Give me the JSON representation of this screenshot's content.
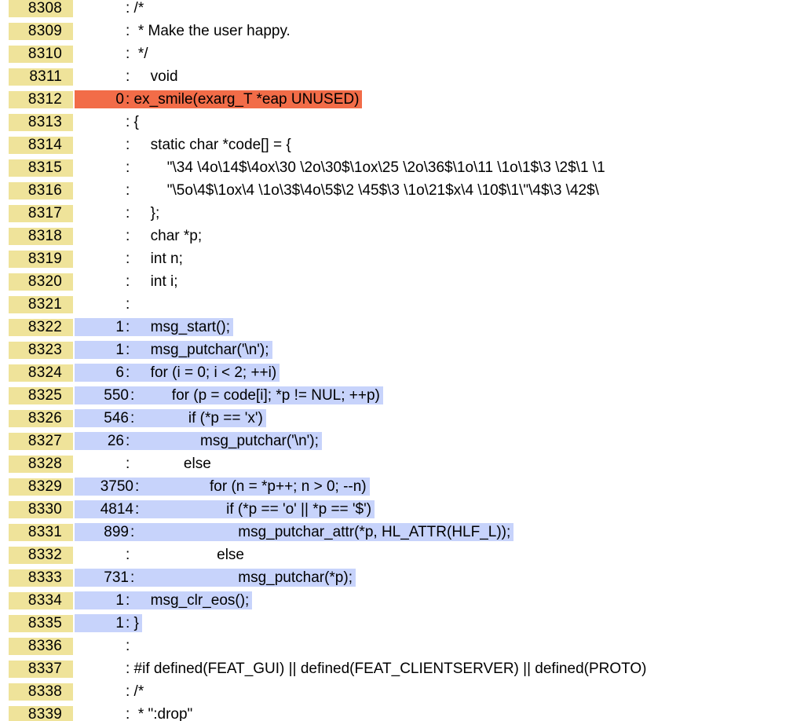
{
  "colors": {
    "line_number_bg": "#efe39a",
    "covered_bg": "#c7d3fb",
    "uncovered_bg": "#f26c48",
    "page_bg": "#ffffff"
  },
  "lines": [
    {
      "num": "8308",
      "count": "",
      "code": ": /*",
      "status": "none",
      "indent": 0
    },
    {
      "num": "8309",
      "count": "",
      "code": ":  * Make the user happy.",
      "status": "none",
      "indent": 0
    },
    {
      "num": "8310",
      "count": "",
      "code": ":  */",
      "status": "none",
      "indent": 0
    },
    {
      "num": "8311",
      "count": "",
      "code": ":     void",
      "status": "none",
      "indent": 0
    },
    {
      "num": "8312",
      "count": "0",
      "code": ": ex_smile(exarg_T *eap UNUSED)",
      "status": "uncovered",
      "indent": 0
    },
    {
      "num": "8313",
      "count": "",
      "code": ": {",
      "status": "none",
      "indent": 0
    },
    {
      "num": "8314",
      "count": "",
      "code": ":     static char *code[] = {",
      "status": "none",
      "indent": 0
    },
    {
      "num": "8315",
      "count": "",
      "code": ":         \"\\34 \\4o\\14$\\4ox\\30 \\2o\\30$\\1ox\\25 \\2o\\36$\\1o\\11 \\1o\\1$\\3 \\2$\\1 \\1",
      "status": "none",
      "indent": 0
    },
    {
      "num": "8316",
      "count": "",
      "code": ":         \"\\5o\\4$\\1ox\\4 \\1o\\3$\\4o\\5$\\2 \\45$\\3 \\1o\\21$x\\4 \\10$\\1\\\"\\4$\\3 \\42$\\",
      "status": "none",
      "indent": 0
    },
    {
      "num": "8317",
      "count": "",
      "code": ":     };",
      "status": "none",
      "indent": 0
    },
    {
      "num": "8318",
      "count": "",
      "code": ":     char *p;",
      "status": "none",
      "indent": 0
    },
    {
      "num": "8319",
      "count": "",
      "code": ":     int n;",
      "status": "none",
      "indent": 0
    },
    {
      "num": "8320",
      "count": "",
      "code": ":     int i;",
      "status": "none",
      "indent": 0
    },
    {
      "num": "8321",
      "count": "",
      "code": ":",
      "status": "none",
      "indent": 0
    },
    {
      "num": "8322",
      "count": "1",
      "code": ":     msg_start();",
      "status": "covered",
      "indent": 0
    },
    {
      "num": "8323",
      "count": "1",
      "code": ":     msg_putchar('\\n');",
      "status": "covered",
      "indent": 0
    },
    {
      "num": "8324",
      "count": "6",
      "code": ":     for (i = 0; i < 2; ++i)",
      "status": "covered",
      "indent": 0
    },
    {
      "num": "8325",
      "count": "550",
      "code": ":         for (p = code[i]; *p != NUL; ++p)",
      "status": "covered",
      "indent": 0
    },
    {
      "num": "8326",
      "count": "546",
      "code": ":             if (*p == 'x')",
      "status": "covered",
      "indent": 0
    },
    {
      "num": "8327",
      "count": "26",
      "code": ":                 msg_putchar('\\n');",
      "status": "covered",
      "indent": 0
    },
    {
      "num": "8328",
      "count": "",
      "code": ":             else",
      "status": "none",
      "indent": 0
    },
    {
      "num": "8329",
      "count": "3750",
      "code": ":                 for (n = *p++; n > 0; --n)",
      "status": "covered",
      "indent": 0
    },
    {
      "num": "8330",
      "count": "4814",
      "code": ":                     if (*p == 'o' || *p == '$')",
      "status": "covered",
      "indent": 0
    },
    {
      "num": "8331",
      "count": "899",
      "code": ":                         msg_putchar_attr(*p, HL_ATTR(HLF_L));",
      "status": "covered",
      "indent": 0
    },
    {
      "num": "8332",
      "count": "",
      "code": ":                     else",
      "status": "none",
      "indent": 0
    },
    {
      "num": "8333",
      "count": "731",
      "code": ":                         msg_putchar(*p);",
      "status": "covered",
      "indent": 0
    },
    {
      "num": "8334",
      "count": "1",
      "code": ":     msg_clr_eos();",
      "status": "covered",
      "indent": 0
    },
    {
      "num": "8335",
      "count": "1",
      "code": ": }",
      "status": "covered",
      "indent": 0
    },
    {
      "num": "8336",
      "count": "",
      "code": ":",
      "status": "none",
      "indent": 0
    },
    {
      "num": "8337",
      "count": "",
      "code": ": #if defined(FEAT_GUI) || defined(FEAT_CLIENTSERVER) || defined(PROTO)",
      "status": "none",
      "indent": 0
    },
    {
      "num": "8338",
      "count": "",
      "code": ": /*",
      "status": "none",
      "indent": 0
    },
    {
      "num": "8339",
      "count": "",
      "code": ":  * \":drop\"",
      "status": "none",
      "indent": 0
    }
  ]
}
